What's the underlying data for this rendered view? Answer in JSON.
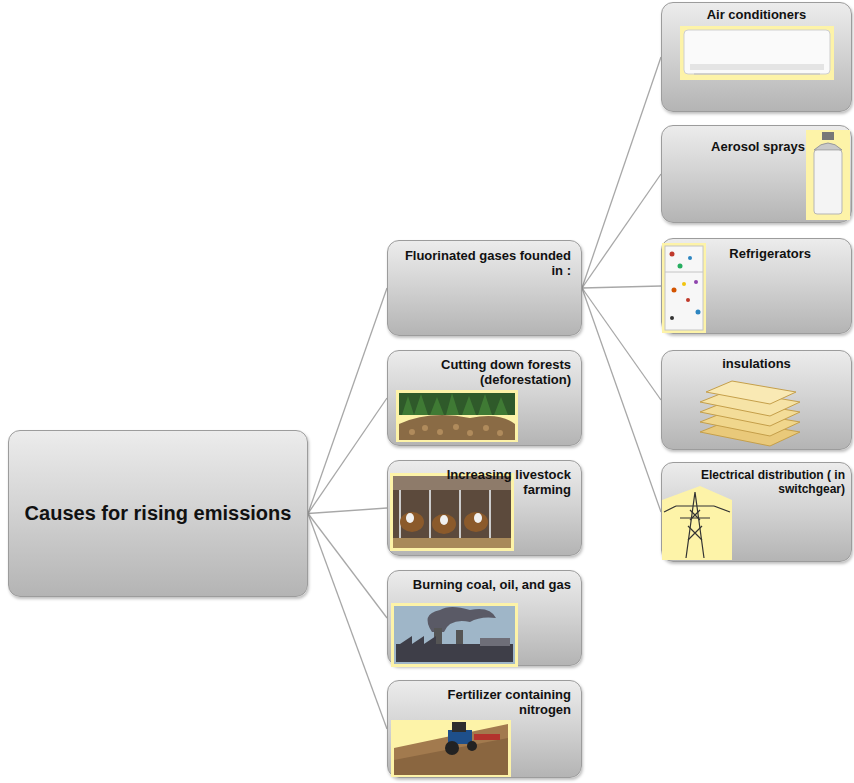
{
  "diagram": {
    "nodes": [
      {
        "text": [
          "Causes for rising emissions"
        ]
      },
      {
        "text": [
          "Fluorinated gases founded in :"
        ]
      },
      {
        "text": [
          "Cutting down forests (deforestation)"
        ]
      },
      {
        "text": [
          "Increasing livestock farming"
        ]
      },
      {
        "text": [
          "Burning coal, oil, and gas"
        ]
      },
      {
        "text": [
          "Fertilizer containing nitrogen"
        ]
      },
      {
        "text": [
          "Air conditioners"
        ]
      },
      {
        "text": [
          "Aerosol sprays"
        ]
      },
      {
        "text": [
          "Refrigerators"
        ]
      },
      {
        "text": [
          "insulations"
        ]
      },
      {
        "text": [
          "Electrical distribution ( in switchgear)"
        ]
      }
    ],
    "edges": [
      {
        "from": 0,
        "to": 1,
        "arrow": "none"
      },
      {
        "from": 0,
        "to": 2,
        "arrow": "none"
      },
      {
        "from": 0,
        "to": 3,
        "arrow": "none"
      },
      {
        "from": 0,
        "to": 4,
        "arrow": "none"
      },
      {
        "from": 0,
        "to": 5,
        "arrow": "none"
      },
      {
        "from": 1,
        "to": 6,
        "arrow": "none"
      },
      {
        "from": 1,
        "to": 7,
        "arrow": "none"
      },
      {
        "from": 1,
        "to": 8,
        "arrow": "none"
      },
      {
        "from": 1,
        "to": 9,
        "arrow": "none"
      },
      {
        "from": 1,
        "to": 10,
        "arrow": "none"
      }
    ]
  }
}
